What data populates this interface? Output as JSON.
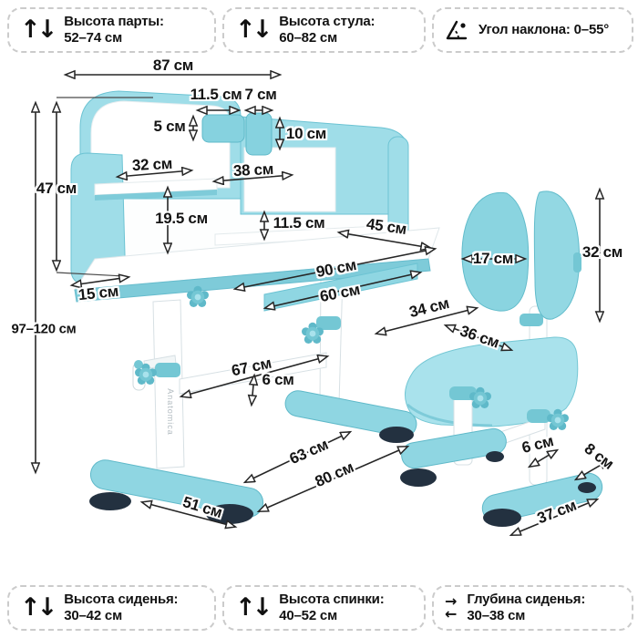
{
  "info_boxes": {
    "top": [
      {
        "icon": "height-range-icon",
        "label": "Высота парты:",
        "value": "52–74 см"
      },
      {
        "icon": "height-range-icon",
        "label": "Высота стула:",
        "value": "60–82 см"
      },
      {
        "icon": "tilt-angle-icon",
        "label": "Угол наклона:",
        "value": "0–55°"
      }
    ],
    "bottom": [
      {
        "icon": "height-range-icon",
        "label": "Высота сиденья:",
        "value": "30–42 см"
      },
      {
        "icon": "height-range-icon",
        "label": "Высота спинки:",
        "value": "40–52 см"
      },
      {
        "icon": "depth-range-icon",
        "label": "Глубина сиденья:",
        "value": "30–38 см"
      }
    ]
  },
  "icons": {
    "up_arrow": "↑",
    "down_arrow": "↓",
    "right_arrow": "→",
    "left_arrow": "←"
  },
  "dimensions": {
    "desk_width_top": "87 см",
    "organizer_large": "11.5 см",
    "organizer_small": "7 см",
    "organizer_depth": "5 см",
    "organizer_height": "10 см",
    "shelf_left": "32 см",
    "shelf_right": "38 см",
    "hutch_height": "47 см",
    "shelf_to_desk": "19.5 см",
    "shelf_gap": "11.5 см",
    "desktop_depth": "45 см",
    "desktop_width": "90 см",
    "drawer_width": "60 см",
    "total_height": "97–120 см",
    "side_depth": "15 см",
    "seat_width": "34 см",
    "seat_depth": "36 см",
    "backrest_lobe_width": "17 см",
    "backrest_height": "32 см",
    "crossbar_length": "67 см",
    "crossbar_height": "6 см",
    "feet_span": "63 см",
    "base_span": "80 см",
    "desk_foot_length": "51 см",
    "chair_crossbar_height": "6 см",
    "chair_foot_height": "8 см",
    "chair_foot_length": "37 см"
  },
  "brand_on_leg": "Anatomica",
  "colors": {
    "furniture_blue": "#9fdde8",
    "furniture_blue_dark": "#5fb9c9",
    "foot_cap": "#233140",
    "dimension_line": "#262626",
    "box_border": "#cbcbcb"
  }
}
